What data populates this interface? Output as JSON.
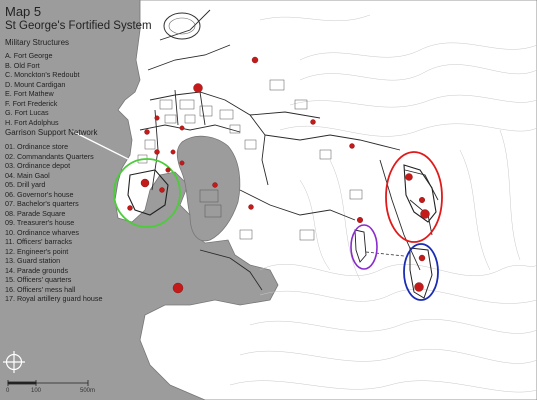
{
  "map": {
    "title": "Map 5",
    "subtitle": "St George's Fortified System",
    "military": {
      "heading": "Military Structures",
      "items": [
        "A.  Fort George",
        "B.  Old Fort",
        "C.  Monckton's Redoubt",
        "D.  Mount Cardigan",
        "E.  Fort Mathew",
        "F.  Fort Frederick",
        "G.  Fort Lucas",
        "H.  Fort Adolphus"
      ]
    },
    "garrison": {
      "heading": "Garrison Support Network",
      "items": [
        "01. Ordinance store",
        "02. Commandants Quarters",
        "03. Ordinance depot",
        "04. Main Gaol",
        "05. Drill yard",
        "06. Governor's house",
        "07. Bachelor's quarters",
        "08. Parade Square",
        "09. Treasurer's house",
        "10. Ordinance wharves",
        "11. Officers' barracks",
        "12. Engineer's point",
        "13. Guard station",
        "14. Parade grounds",
        "15. Officers' quarters",
        "16. Officers' mess hall",
        "17. Royal artillery guard house"
      ]
    },
    "scale": {
      "labels": [
        "0",
        "100",
        "500m"
      ]
    },
    "north_arrow": "compass-icon",
    "colors": {
      "sea": "#9c9c9c",
      "land": "#ffffff",
      "contour": "#c8c8c8",
      "street": "#2a2a2a",
      "site_marker": "#c41a1a",
      "highlight_green": "#4ccc3a",
      "highlight_red": "#e01a1a",
      "highlight_purple": "#8a2ccc",
      "highlight_blue": "#1a2cb4"
    }
  }
}
